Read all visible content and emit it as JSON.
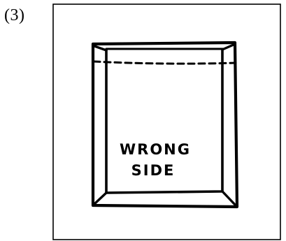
{
  "figure": {
    "step_label": "(3)",
    "caption_lines": [
      "WRONG",
      "SIDE"
    ]
  }
}
